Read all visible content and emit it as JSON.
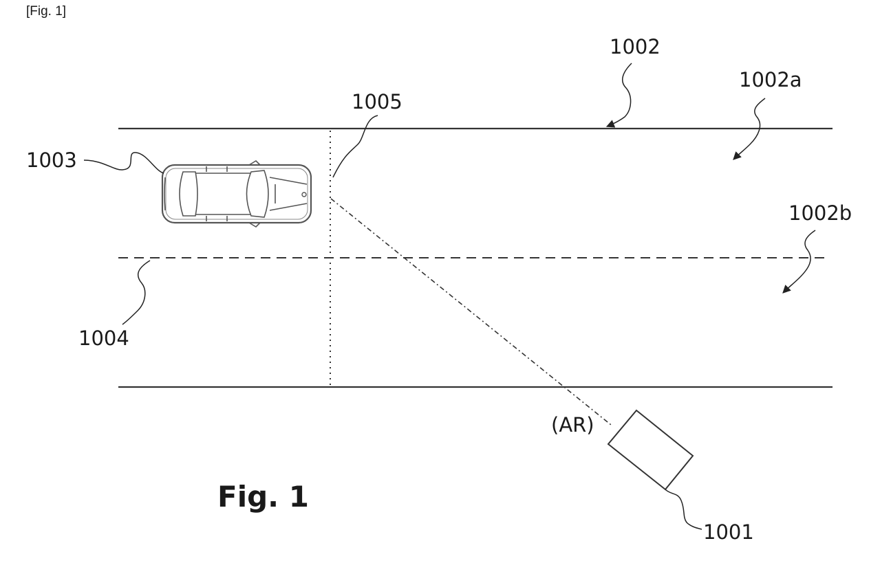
{
  "header": {
    "text": "[Fig. 1]"
  },
  "caption": {
    "text": "Fig. 1"
  },
  "labels": {
    "road": "1002",
    "lane_a": "1002a",
    "lane_b": "1002b",
    "vehicle": "1003",
    "lane_marking": "1004",
    "reference_line": "1005",
    "sensor": "1001",
    "sensor_tag": "(AR)"
  }
}
